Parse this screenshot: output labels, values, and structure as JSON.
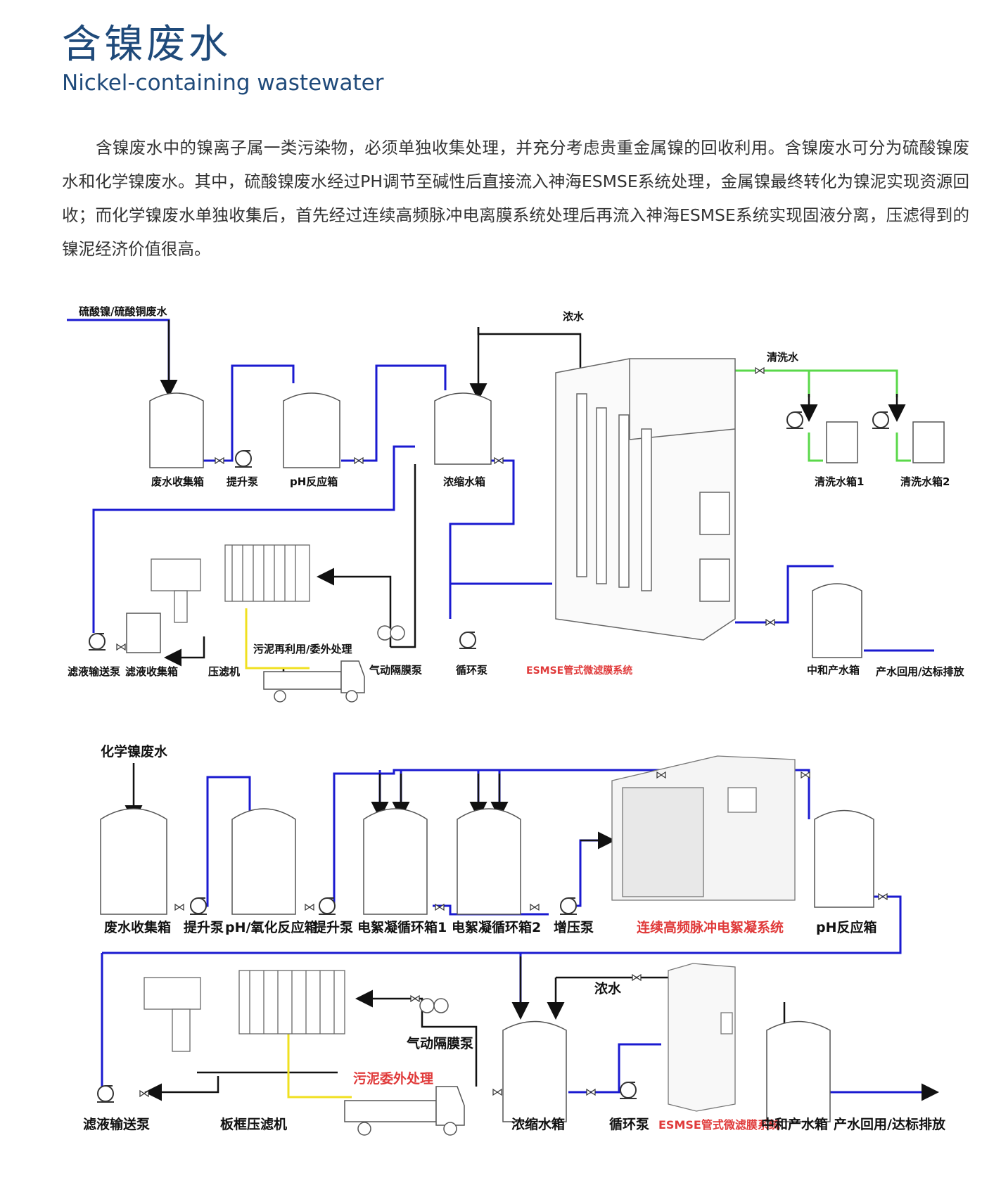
{
  "title_cn": "含镍废水",
  "title_en": "Nickel-containing wastewater",
  "intro": "含镍废水中的镍离子属一类污染物，必须单独收集处理，并充分考虑贵重金属镍的回收利用。含镍废水可分为硫酸镍废水和化学镍废水。其中，硫酸镍废水经过PH调节至碱性后直接流入神海ESMSE系统处理，金属镍最终转化为镍泥实现资源回收；而化学镍废水单独收集后，首先经过连续高频脉冲电离膜系统处理后再流入神海ESMSE系统实现固液分离，压滤得到的镍泥经济价值很高。",
  "diagram1": {
    "inlet": "硫酸镍/硫酸铜废水",
    "concentrate": "浓水",
    "rinse_water": "清洗水",
    "tank_waste": "废水收集箱",
    "pump_lift": "提升泵",
    "tank_ph": "pH反应箱",
    "tank_conc": "浓缩水箱",
    "tank_rinse1": "清洗水箱1",
    "tank_rinse2": "清洗水箱2",
    "pump_filtrate": "滤液输送泵",
    "tank_filtrate": "滤液收集箱",
    "filter_press": "压滤机",
    "sludge": "污泥再利用/委外处理",
    "pump_diaphragm": "气动隔膜泵",
    "pump_circ": "循环泵",
    "esmse": "ESMSE管式微滤膜系统",
    "tank_neutral": "中和产水箱",
    "outlet": "产水回用/达标排放"
  },
  "diagram2": {
    "inlet": "化学镍废水",
    "tank_waste": "废水收集箱",
    "pump_lift1": "提升泵",
    "tank_ph_ox": "pH/氧化反应箱",
    "pump_lift2": "提升泵",
    "tank_ec1": "电絮凝循环箱1",
    "tank_ec2": "电絮凝循环箱2",
    "pump_boost": "增压泵",
    "ec_system": "连续高频脉冲电絮凝系统",
    "tank_ph": "pH反应箱",
    "concentrate": "浓水",
    "pump_diaphragm": "气动隔膜泵",
    "sludge": "污泥委外处理",
    "pump_filtrate": "滤液输送泵",
    "filter_press": "板框压滤机",
    "tank_conc": "浓缩水箱",
    "pump_circ": "循环泵",
    "esmse": "ESMSE管式微滤膜系统",
    "tank_neutral": "中和产水箱",
    "outlet": "产水回用/达标排放"
  }
}
